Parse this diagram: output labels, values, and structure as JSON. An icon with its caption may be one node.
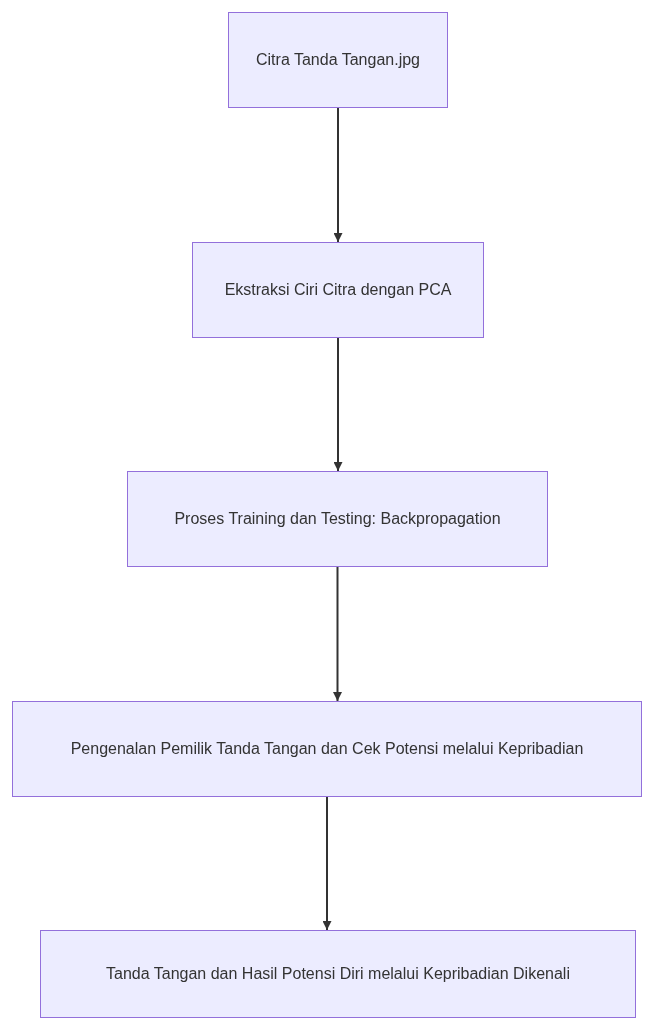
{
  "diagram": {
    "nodes": [
      {
        "text": [
          "Citra Tanda Tangan.jpg"
        ]
      },
      {
        "text": [
          "Ekstraksi Ciri Citra dengan PCA"
        ]
      },
      {
        "text": [
          "Proses Training dan Testing: Backpropagation"
        ]
      },
      {
        "text": [
          "Pengenalan Pemilik Tanda Tangan dan Cek Potensi melalui Kepribadian"
        ]
      },
      {
        "text": [
          "Tanda Tangan dan Hasil Potensi Diri melalui Kepribadian Dikenali"
        ]
      }
    ],
    "edges": [
      {
        "from": 0,
        "to": 1,
        "arrow": "to"
      },
      {
        "from": 1,
        "to": 2,
        "arrow": "to"
      },
      {
        "from": 2,
        "to": 3,
        "arrow": "to"
      },
      {
        "from": 3,
        "to": 4,
        "arrow": "to"
      }
    ]
  }
}
